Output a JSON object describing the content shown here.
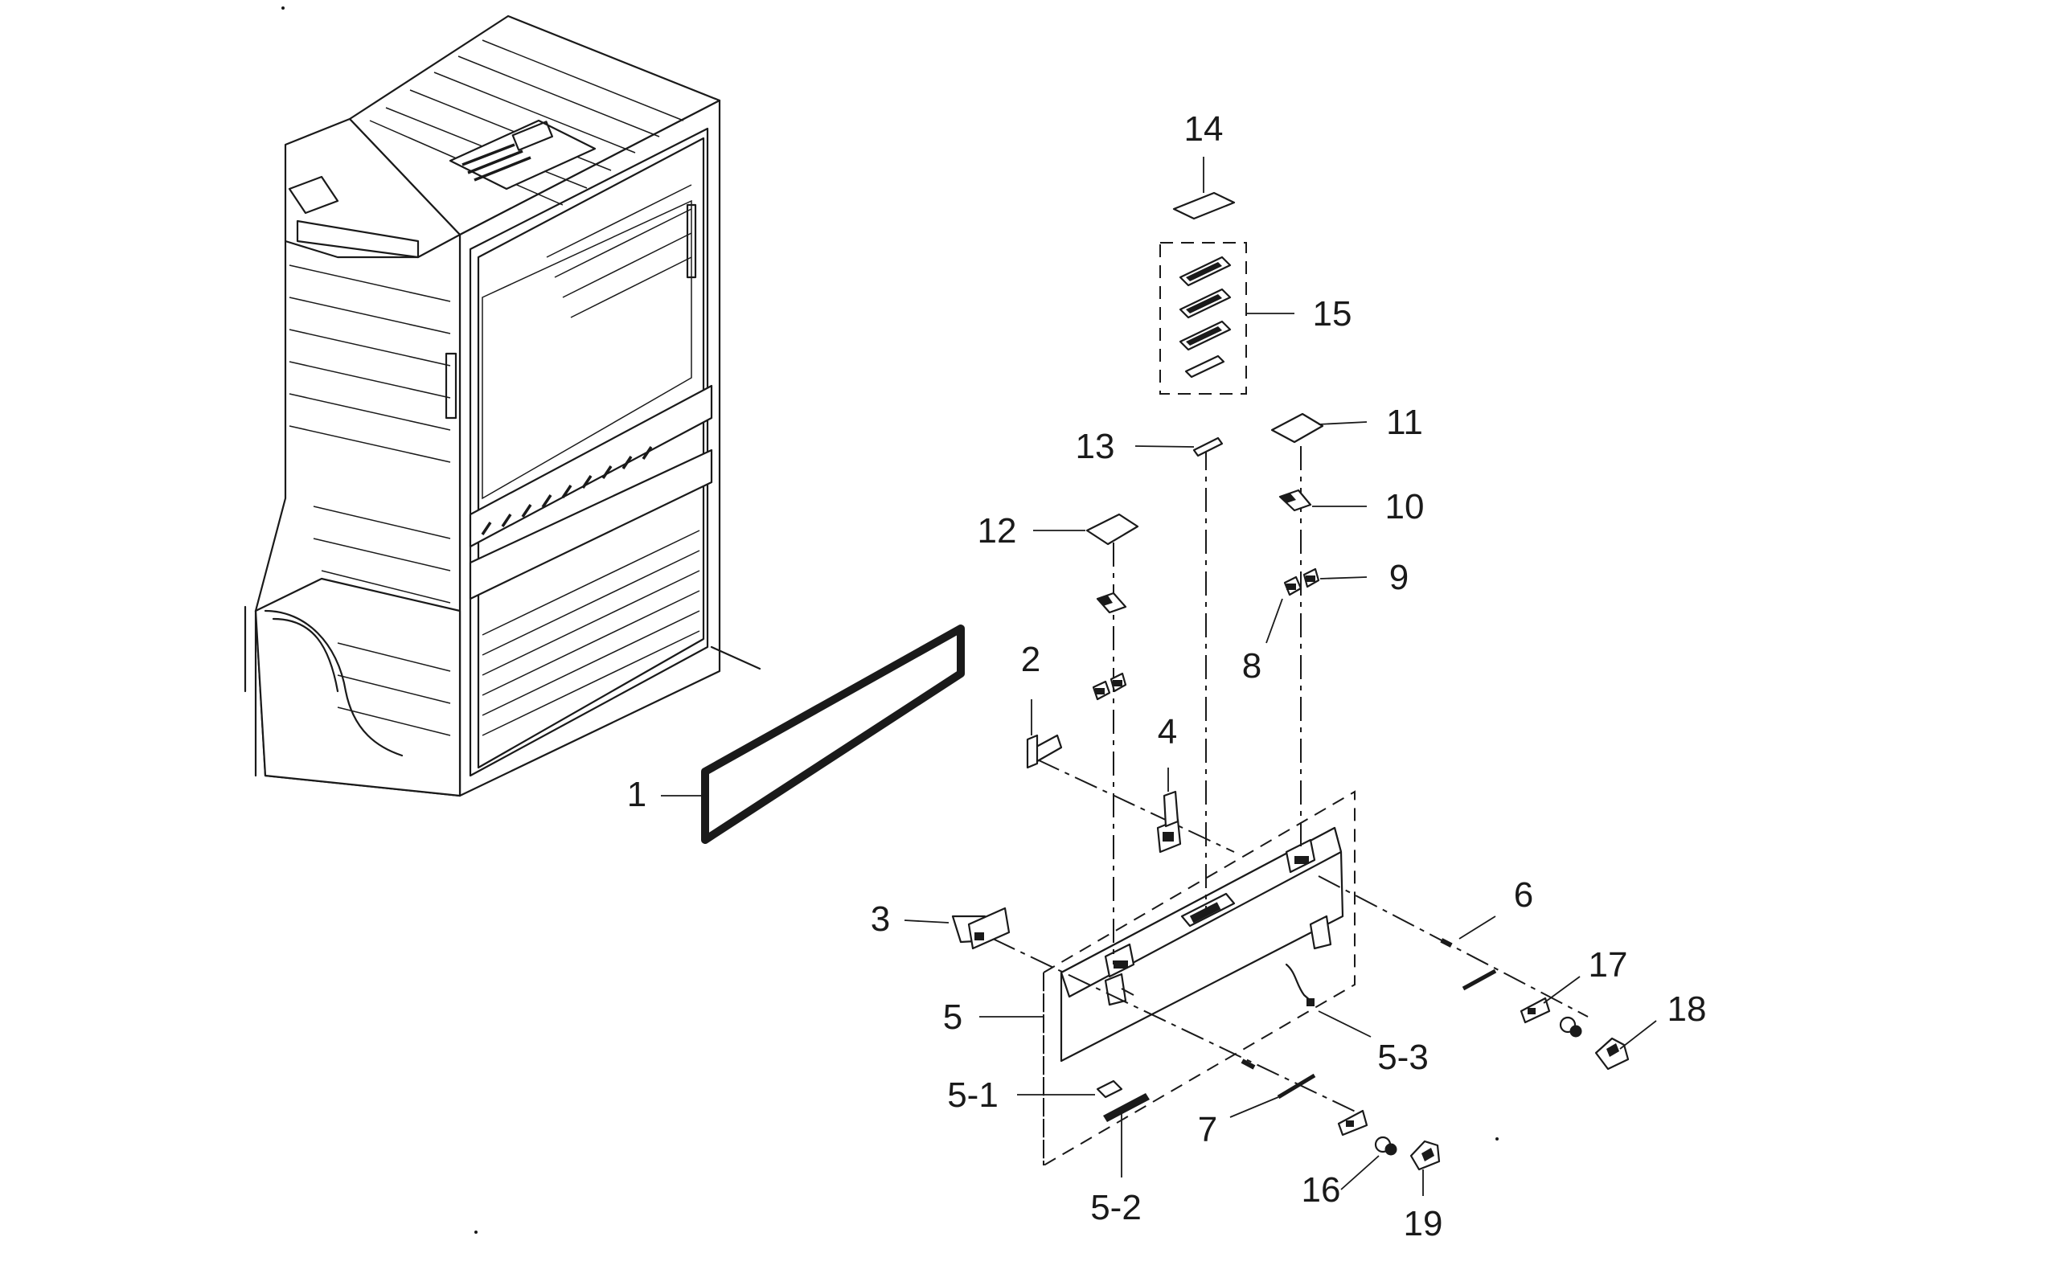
{
  "diagram": {
    "labels": {
      "p1": "1",
      "p2": "2",
      "p3": "3",
      "p4": "4",
      "p5": "5",
      "p5_1": "5-1",
      "p5_2": "5-2",
      "p5_3": "5-3",
      "p6": "6",
      "p7": "7",
      "p8": "8",
      "p9": "9",
      "p10": "10",
      "p11": "11",
      "p12": "12",
      "p13": "13",
      "p14": "14",
      "p15": "15",
      "p16": "16",
      "p17": "17",
      "p18": "18",
      "p19": "19"
    }
  }
}
